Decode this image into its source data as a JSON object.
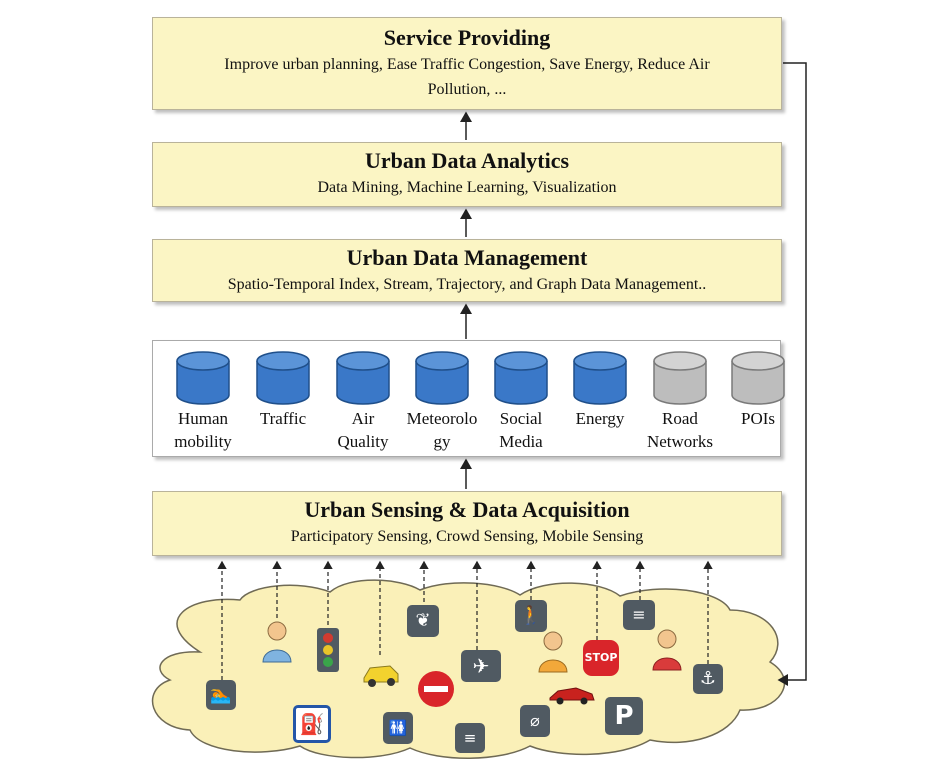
{
  "layers": {
    "service": {
      "title": "Service Providing",
      "subtitle": "Improve urban planning, Ease Traffic Congestion, Save Energy, Reduce Air Pollution, ..."
    },
    "analytics": {
      "title": "Urban Data Analytics",
      "subtitle": "Data Mining, Machine Learning, Visualization"
    },
    "management": {
      "title": "Urban Data Management",
      "subtitle": "Spatio-Temporal Index, Stream, Trajectory, and Graph Data Management.."
    },
    "sensing": {
      "title": "Urban Sensing & Data Acquisition",
      "subtitle": "Participatory Sensing, Crowd Sensing, Mobile Sensing"
    }
  },
  "datasets": [
    {
      "label": "Human mobility",
      "color": "blue"
    },
    {
      "label": "Traffic",
      "color": "blue"
    },
    {
      "label": "Air Quality",
      "color": "blue"
    },
    {
      "label": "Meteorolo gy",
      "color": "blue"
    },
    {
      "label": "Social Media",
      "color": "blue"
    },
    {
      "label": "Energy",
      "color": "blue"
    },
    {
      "label": "Road Networks",
      "color": "gray"
    },
    {
      "label": "POIs",
      "color": "gray"
    }
  ],
  "icons": {
    "stop_sign": "STOP",
    "parking": "P"
  },
  "colors": {
    "layer_fill": "#fbf5c4",
    "cloud_fill": "#faf0b8",
    "db_blue": "#3a78c8",
    "db_gray": "#bdbdbd",
    "arrow": "#222222"
  }
}
